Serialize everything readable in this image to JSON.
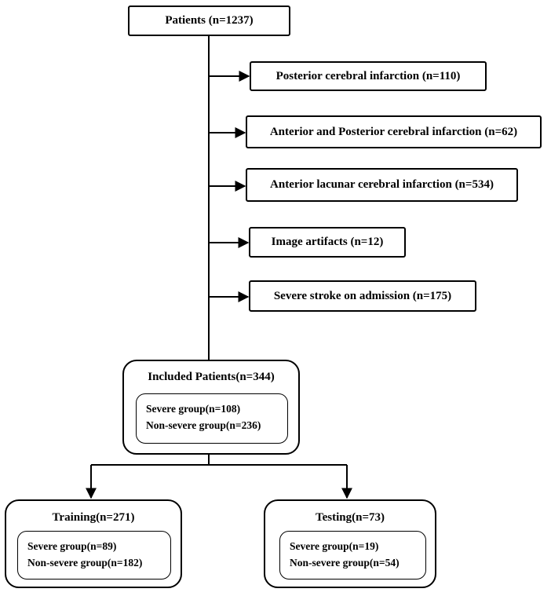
{
  "top": {
    "label": "Patients (n=1237)"
  },
  "exclusions": [
    "Posterior cerebral infarction (n=110)",
    "Anterior and Posterior cerebral infarction (n=62)",
    "Anterior lacunar cerebral infarction (n=534)",
    "Image artifacts (n=12)",
    "Severe stroke on admission (n=175)"
  ],
  "included": {
    "title": "Included Patients(n=344)",
    "severe": "Severe group(n=108)",
    "nonsevere": "Non-severe group(n=236)"
  },
  "training": {
    "title": "Training(n=271)",
    "severe": "Severe group(n=89)",
    "nonsevere": "Non-severe group(n=182)"
  },
  "testing": {
    "title": "Testing(n=73)",
    "severe": "Severe group(n=19)",
    "nonsevere": "Non-severe group(n=54)"
  }
}
